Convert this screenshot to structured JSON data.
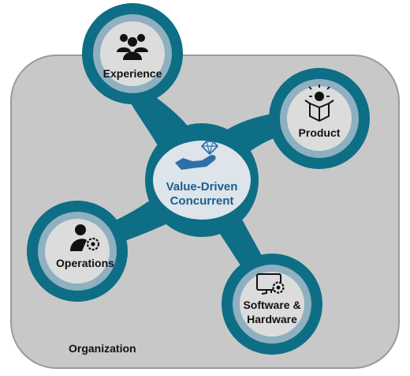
{
  "diagram": {
    "center": {
      "line1": "Value-Driven",
      "line2": "Concurrent",
      "icon": "hand-diamond-icon"
    },
    "container_label": "Organization",
    "nodes": [
      {
        "id": "experience",
        "lines": [
          "Experience"
        ],
        "icon": "people-group-icon"
      },
      {
        "id": "product",
        "lines": [
          "Product"
        ],
        "icon": "lightbulb-box-icon"
      },
      {
        "id": "operations",
        "lines": [
          "Operations"
        ],
        "icon": "person-gear-icon"
      },
      {
        "id": "software",
        "lines": [
          "Software &",
          "Hardware"
        ],
        "icon": "monitor-gear-icon"
      }
    ]
  },
  "colors": {
    "container": "#c8c8c8",
    "container_border": "#9a9a9a",
    "teal": "#0d6e85",
    "ring": "#8fb0c0",
    "node_fill": "#dcdcdc",
    "center_fill": "#dde4ea",
    "center_text": "#1c5f8d",
    "icon": "#111111"
  }
}
